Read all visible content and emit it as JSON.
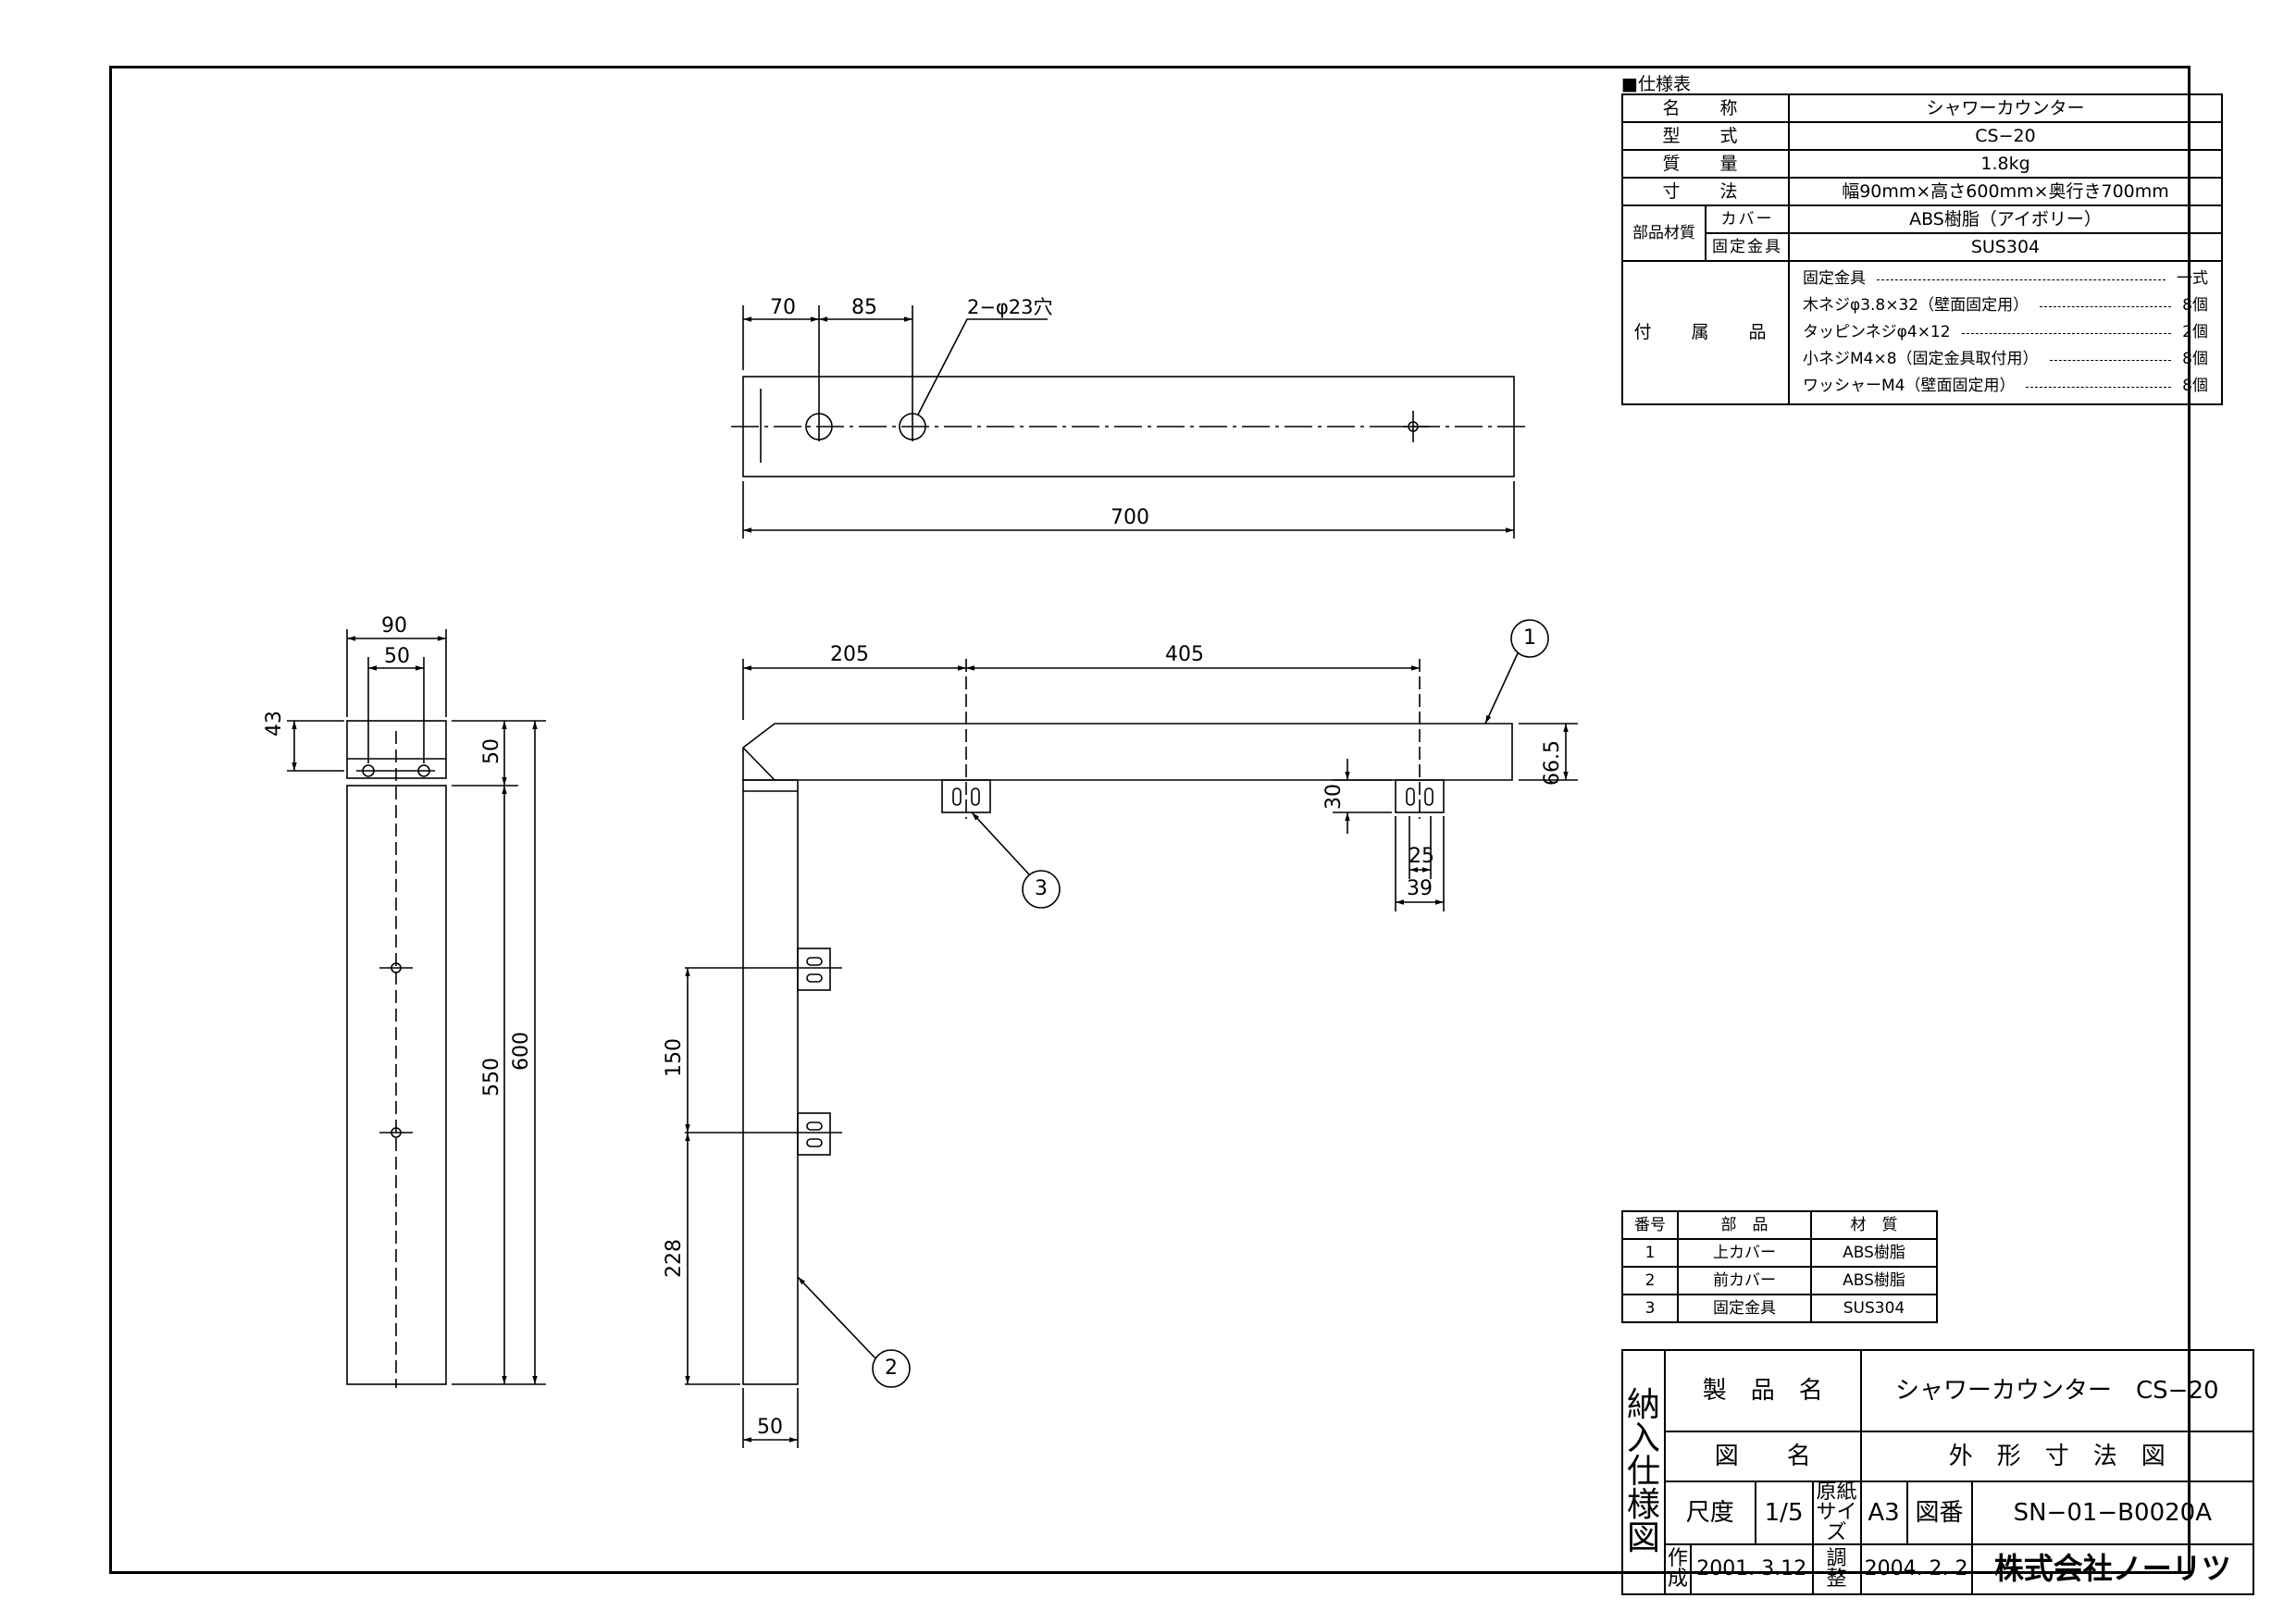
{
  "spec": {
    "caption": "■仕様表",
    "rows": [
      {
        "label": "名　称",
        "value": "シャワーカウンター"
      },
      {
        "label": "型　式",
        "value": "CS−20"
      },
      {
        "label": "質　量",
        "value": "1.8kg"
      },
      {
        "label": "寸　法",
        "value": "幅90mm×高さ600mm×奥行き700mm"
      }
    ],
    "materials": {
      "label": "部品材質",
      "items": [
        {
          "part": "カバー",
          "material": "ABS樹脂（アイボリー）"
        },
        {
          "part": "固定金具",
          "material": "SUS304"
        }
      ]
    },
    "accessories": {
      "label": "付　属　品",
      "items": [
        {
          "name": "固定金具",
          "qty": "一式"
        },
        {
          "name": "木ネジφ3.8×32（壁面固定用）",
          "qty": "8個"
        },
        {
          "name": "タッピンネジφ4×12",
          "qty": "2個"
        },
        {
          "name": "小ネジM4×8（固定金具取付用）",
          "qty": "8個"
        },
        {
          "name": "ワッシャーM4（壁面固定用）",
          "qty": "8個"
        }
      ]
    }
  },
  "parts": {
    "headers": [
      "番号",
      "部　品",
      "材　質"
    ],
    "rows": [
      [
        "1",
        "上カバー",
        "ABS樹脂"
      ],
      [
        "2",
        "前カバー",
        "ABS樹脂"
      ],
      [
        "3",
        "固定金具",
        "SUS304"
      ]
    ]
  },
  "title_block": {
    "vertical_label": [
      "納",
      "入",
      "仕",
      "様",
      "図"
    ],
    "product_name_label": "製　品　名",
    "product_name": "シャワーカウンター　CS−20",
    "drawing_name_label": "図　　名",
    "drawing_name": "外　形　寸　法　図",
    "scale_label": "尺度",
    "scale": "1/5",
    "paper_label": [
      "原紙",
      "サイズ"
    ],
    "paper_size": "A3",
    "drawing_no_label": "図番",
    "drawing_no": "SN−01−B0020A",
    "created_label": [
      "作",
      "成"
    ],
    "created": "2001. 3.12",
    "revised_label": [
      "調",
      "整"
    ],
    "revised": "2004. 2. 2",
    "company": "株式会社ノーリツ"
  },
  "dimensions": {
    "top_view": {
      "d70": "70",
      "d85": "85",
      "hole": "2−φ23穴",
      "length": "700"
    },
    "side_view": {
      "width": "90",
      "inner": "50",
      "d43": "43",
      "d50": "50",
      "d550": "550",
      "height": "600"
    },
    "front_view": {
      "d205": "205",
      "d405": "405",
      "d66_5": "66.5",
      "d30": "30",
      "d25": "25",
      "d39": "39",
      "d150": "150",
      "d228": "228",
      "base": "50"
    }
  },
  "balloons": {
    "b1": "1",
    "b2": "2",
    "b3": "3"
  }
}
